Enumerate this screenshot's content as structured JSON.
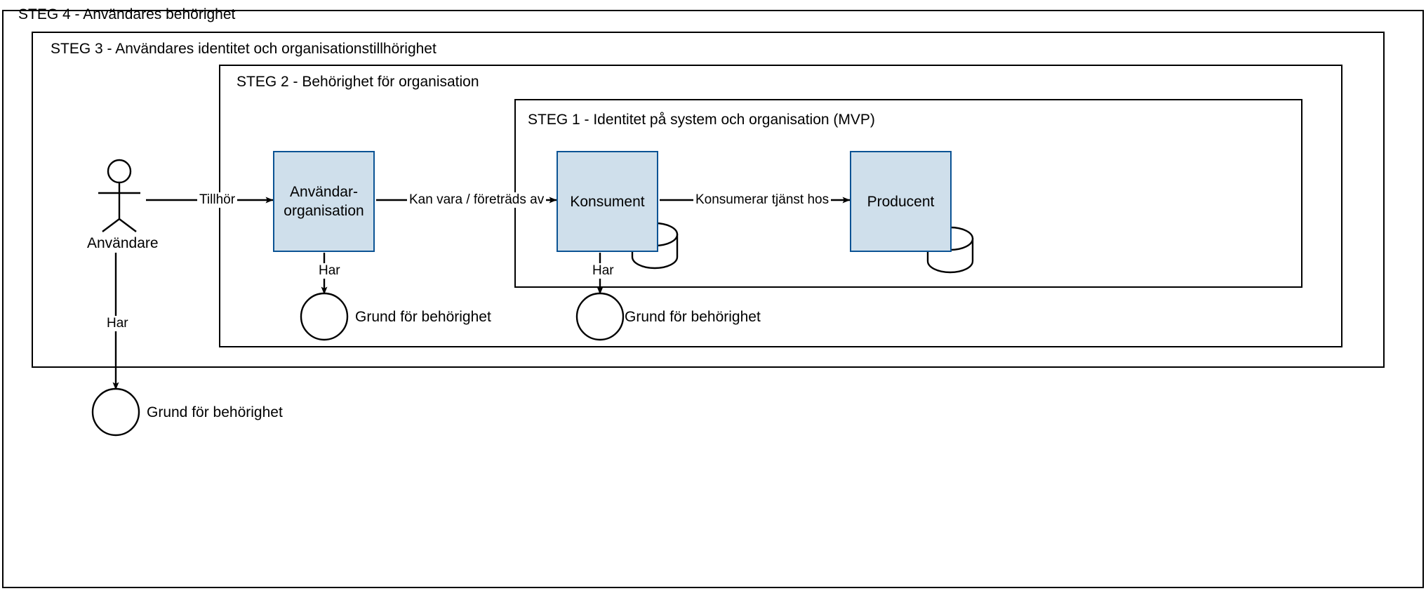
{
  "diagram": {
    "title": "STEG 4 - Användares behörighet",
    "containers": [
      {
        "id": "steg4",
        "label": "STEG 4 - Användares behörighet"
      },
      {
        "id": "steg3",
        "label": "STEG 3 - Användares identitet och organisationstillhörighet"
      },
      {
        "id": "steg2",
        "label": "STEG 2 - Behörighet för organisation"
      },
      {
        "id": "steg1",
        "label": "STEG 1 - Identitet på system och organisation (MVP)"
      }
    ],
    "nodes": [
      {
        "id": "anvandare",
        "label": "Användare",
        "shape": "actor"
      },
      {
        "id": "anvandarorg",
        "label": "Användar-\norganisation",
        "line1": "Användar-",
        "line2": "organisation",
        "shape": "rectangle"
      },
      {
        "id": "konsument",
        "label": "Konsument",
        "shape": "rectangle"
      },
      {
        "id": "producent",
        "label": "Producent",
        "shape": "rectangle"
      },
      {
        "id": "grund-anv",
        "label": "Grund för behörighet",
        "shape": "circle"
      },
      {
        "id": "grund-org",
        "label": "Grund för behörighet",
        "shape": "circle"
      },
      {
        "id": "grund-kons",
        "label": "Grund för behörighet",
        "shape": "circle"
      },
      {
        "id": "db-konsument",
        "label": "",
        "shape": "cylinder"
      },
      {
        "id": "db-producent",
        "label": "",
        "shape": "cylinder"
      }
    ],
    "edges": [
      {
        "id": "e1",
        "from": "anvandare",
        "to": "anvandarorg",
        "label": "Tillhör"
      },
      {
        "id": "e2",
        "from": "anvandarorg",
        "to": "konsument",
        "label": "Kan vara / företräds av"
      },
      {
        "id": "e3",
        "from": "konsument",
        "to": "producent",
        "label": "Konsumerar tjänst hos"
      },
      {
        "id": "e4",
        "from": "anvandarorg",
        "to": "grund-org",
        "label": "Har"
      },
      {
        "id": "e5",
        "from": "konsument",
        "to": "grund-kons",
        "label": "Har"
      },
      {
        "id": "e6",
        "from": "anvandare",
        "to": "grund-anv",
        "label": "Har"
      }
    ],
    "colors": {
      "entity_fill": "#cfdfeb",
      "entity_stroke": "#0b5394",
      "container_stroke": "#000000",
      "line": "#000000",
      "background": "#ffffff",
      "text": "#000000"
    }
  }
}
